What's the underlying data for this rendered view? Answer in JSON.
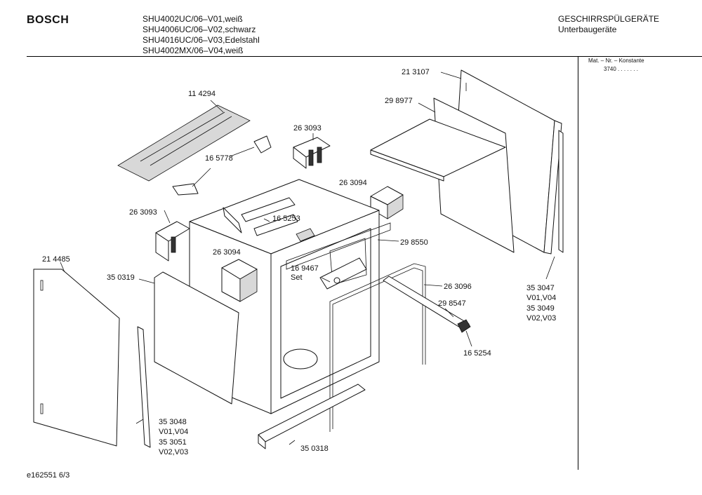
{
  "header": {
    "brand": "BOSCH",
    "models": [
      "SHU4002UC/06–V01,weiß",
      "SHU4006UC/06–V02,schwarz",
      "SHU4016UC/06–V03,Edelstahl",
      "SHU4002MX/06–V04,weiß"
    ],
    "category_title": "GESCHIRRSPÜLGERÄTE",
    "category_subtitle": "Unterbaugeräte",
    "mat_line1": "Mat. – Nr. – Konstante",
    "mat_line2": "3740 . . . . . . ."
  },
  "parts": {
    "p114294": "11 4294",
    "p165778": "16 5778",
    "p263093_top": "26 3093",
    "p213107": "21 3107",
    "p298977": "29 8977",
    "p263094_right": "26 3094",
    "p263093_left": "26 3093",
    "p165253": "16 5253",
    "p298550": "29 8550",
    "p214485": "21 4485",
    "p350319": "35 0319",
    "p263094_mid": "26 3094",
    "p169467": "16 9467",
    "p169467_set": "Set",
    "p263096": "26 3096",
    "p298547": "29 8547",
    "p165254": "16 5254",
    "p353047": "35 3047",
    "p353047_var": "V01,V04",
    "p353049": "35 3049",
    "p353049_var": "V02,V03",
    "p353048": "35 3048",
    "p353048_var": "V01,V04",
    "p353051": "35 3051",
    "p353051_var": "V02,V03",
    "p350318": "35 0318"
  },
  "footer": {
    "doc_ref": "e162551",
    "page": "6/3"
  }
}
